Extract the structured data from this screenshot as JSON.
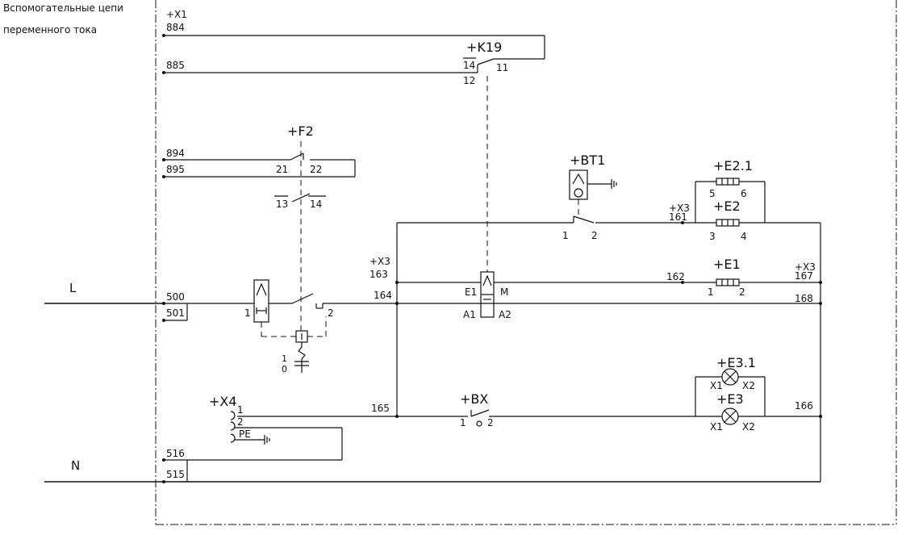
{
  "header": {
    "title_line1": "Вспомогательные цепи",
    "title_line2": "переменного тока"
  },
  "lines": {
    "L": "L",
    "N": "N"
  },
  "terminals": {
    "x1": "+X1",
    "w884": "884",
    "w885": "885",
    "w894": "894",
    "w895": "895",
    "w500": "500",
    "w501": "501",
    "w516": "516",
    "w515": "515",
    "w164": "164",
    "w165": "165",
    "w161": "161",
    "w162": "162",
    "w163": "163",
    "w166": "166",
    "w167": "167",
    "w168": "168",
    "x3a": "+X3",
    "x3b": "+X3",
    "x3c": "+X3"
  },
  "components": {
    "k19": {
      "label": "+K19",
      "p14": "14",
      "p11": "11",
      "p12": "12"
    },
    "f2": {
      "label": "+F2",
      "p21": "21",
      "p22": "22",
      "p13": "13",
      "p14": "14",
      "p1": "1",
      "p2": "2",
      "s1": "1",
      "s0": "0"
    },
    "bt1": {
      "label": "+BT1",
      "p1": "1",
      "p2": "2"
    },
    "e21": {
      "label": "+E2.1",
      "p5": "5",
      "p6": "6"
    },
    "e2": {
      "label": "+E2",
      "p3": "3",
      "p4": "4"
    },
    "e1": {
      "label": "+E1",
      "p1": "1",
      "p2": "2"
    },
    "relay": {
      "e1": "E1",
      "m": "M",
      "a1": "A1",
      "a2": "A2"
    },
    "e31": {
      "label": "+E3.1",
      "x1": "X1",
      "x2": "X2"
    },
    "e3": {
      "label": "+E3",
      "x1": "X1",
      "x2": "X2"
    },
    "bx": {
      "label": "+BX",
      "p1": "1",
      "p2": "2"
    },
    "x4": {
      "label": "+X4",
      "p1": "1",
      "p2": "2",
      "pe": "PE"
    }
  }
}
